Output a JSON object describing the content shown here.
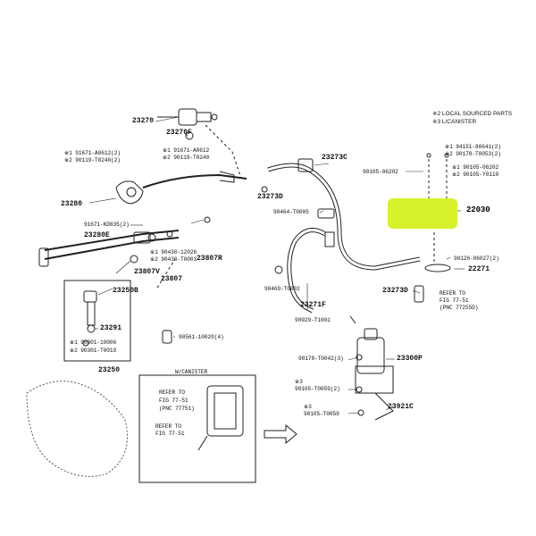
{
  "notes": {
    "line2": "※2 LOCAL SOURCED PARTS",
    "line3": "※3 L/CANISTER"
  },
  "section_titles": {
    "w_canister": "W/CANISTER"
  },
  "highlight_color": "#d7f22a",
  "labels": {
    "p23270": "23270",
    "p23270F": "23270F",
    "p91671_a0612_top": "※1 91671-A0612(2)",
    "p90119_t0240_top": "※2 90119-T0240(2)",
    "p91671_a0612_mid": "※1 91671-A0612",
    "p90119_t0240_mid": "※2 90119-T0240",
    "p23280": "23280",
    "p91671_kd835": "91671-KD835(2)",
    "p23280E": "23280E",
    "p90430_12026": "※1 90430-12026",
    "p90430_t0003": "※2 90430-T0003",
    "p23807R": "23807R",
    "p23807V": "23807V",
    "p23807": "23807",
    "p23250B": "23250B",
    "p23291": "23291",
    "p90301_19006": "※1 90301-19006",
    "p90301_t0019": "※2 90301-T0019",
    "p90561_10020": "90561-10020(4)",
    "p23250": "23250",
    "p23273C": "23273C",
    "p23273D_top": "23273D",
    "p90464_t0005": "90464-T0005",
    "p90469_t0002": "90469-T0002",
    "p23271F": "23271F",
    "p90929_t1001": "90929-T1001",
    "p90105_06202_left": "90105-06202",
    "p94151_80641": "※1 94151-80641(2)",
    "p90178_t0053": "※2 90178-T0053(2)",
    "p90105_06202_right": "※1 90105-06202",
    "p90105_y0110": "※2 90105-Y0110",
    "p22030": "22030",
    "p90126_06027": "90126-06027(2)",
    "p22271": "22271",
    "p23273D_bottom": "23273D",
    "refer_right": "REFER TO",
    "refer_right_fig": "FIG 77-51",
    "refer_right_pnc": "(PNC 77255D)",
    "p90178_t0042": "90178-T0042(3)",
    "p23300P": "23300P",
    "p90105_t0059_2_mark": "※3",
    "p90105_t0059_2": "90105-T0059(2)",
    "p90105_t0059_mark": "※3",
    "p90105_t0059": "90105-T0059",
    "p23921C": "23921C",
    "refer_left": "REFER TO",
    "refer_left_fig": "FIG 77-51",
    "refer_left_pnc": "(PNC 77751)",
    "refer_bottom": "REFER TO",
    "refer_bottom_fig": "FIG 77-51"
  }
}
